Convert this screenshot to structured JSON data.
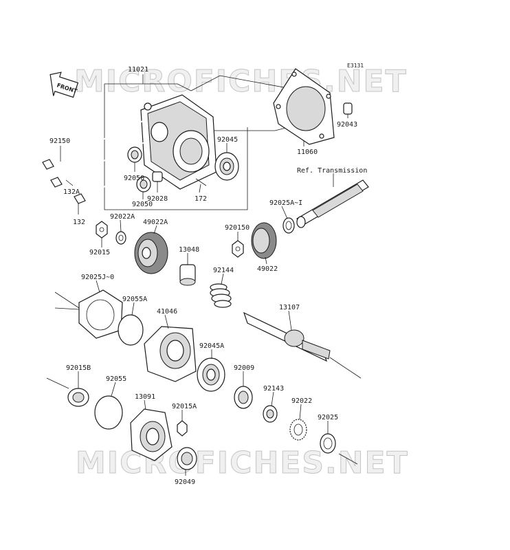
{
  "diagram_code": "E3131",
  "watermark": "MICROFICHES.NET",
  "front_badge": "FRONT",
  "labels": {
    "p11021": "11021",
    "p92150": "92150",
    "p132A": "132A",
    "p132": "132",
    "p92050a": "92050",
    "p92050b": "92050",
    "p92028": "92028",
    "p172": "172",
    "p92045": "92045",
    "p11060": "11060",
    "p92043": "92043",
    "ref_transmission": "Ref. Transmission",
    "p92025A1": "92025A~I",
    "p92022A": "92022A",
    "p49022A": "49022A",
    "p92015": "92015",
    "p92015C": "920150",
    "p49022": "49022",
    "p13048": "13048",
    "p92144": "92144",
    "p92025J0": "92025J~0",
    "p92055A": "92055A",
    "p41046": "41046",
    "p13107": "13107",
    "p92045A": "92045A",
    "p92009": "92009",
    "p92015B": "92015B",
    "p92055": "92055",
    "p13091": "13091",
    "p92015A": "92015A",
    "p92143": "92143",
    "p92022": "92022",
    "p92025": "92025",
    "p92049": "92049"
  }
}
